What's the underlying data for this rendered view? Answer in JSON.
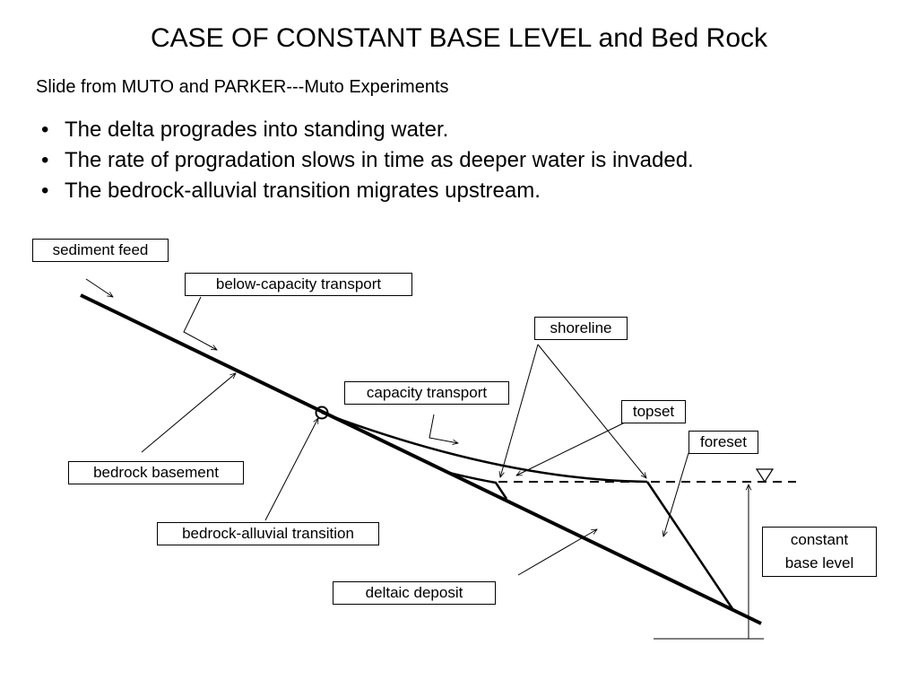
{
  "slide": {
    "title": "CASE OF CONSTANT BASE LEVEL and Bed Rock",
    "subtitle": "Slide from MUTO and PARKER---Muto Experiments",
    "bullet_marker": "•",
    "bullets": [
      "The delta progrades into standing water.",
      "The rate of progradation slows in time as deeper water is invaded.",
      "The bedrock-alluvial transition migrates upstream."
    ]
  },
  "diagram": {
    "labels": {
      "sediment_feed": "sediment feed",
      "below_capacity_transport": "below-capacity transport",
      "shoreline": "shoreline",
      "capacity_transport": "capacity transport",
      "topset": "topset",
      "foreset": "foreset",
      "bedrock_basement": "bedrock basement",
      "bedrock_alluvial_transition": "bedrock-alluvial transition",
      "constant_base_level_line1": "constant",
      "constant_base_level_line2": "base level",
      "deltaic_deposit": "deltaic deposit"
    },
    "water_level_symbol": "inverted-triangle"
  }
}
